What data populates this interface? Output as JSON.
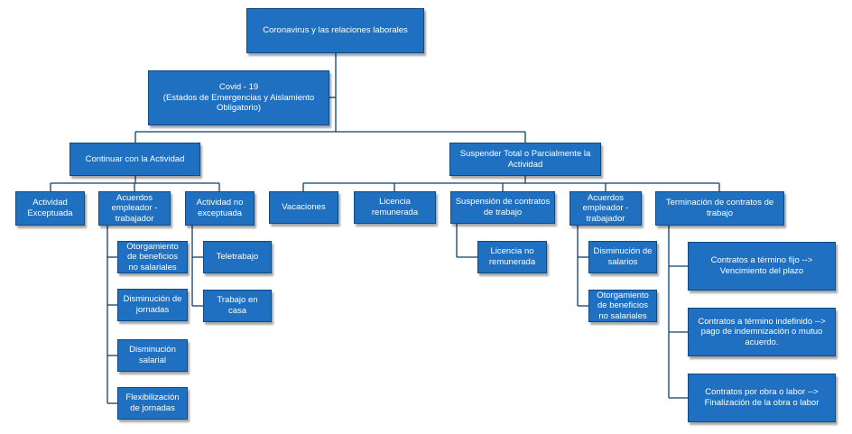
{
  "colors": {
    "node_fill": "#1f70c1",
    "node_border": "#0f4a86",
    "text": "#ffffff",
    "connector": "#0e3f6e"
  },
  "nodes": {
    "root": "Coronavirus y las relaciones laborales",
    "covid": "Covid - 19\n(Estados de Emergencias y Aislamiento Obligatorio)",
    "continuar": "Continuar con la Actividad",
    "suspender": "Suspender Total o Parcialmente la Actividad",
    "actividad_exceptuada": "Actividad Exceptuada",
    "acuerdos_1": "Acuerdos empleador - trabajador",
    "actividad_no_exceptuada": "Actividad no exceptuada",
    "otorgamiento_1": "Otorgamiento de beneficios no salariales",
    "disminucion_jornadas": "Disminución de jornadas",
    "disminucion_salarial": "Disminución salarial",
    "flexibilizacion": "Flexibilización de jornadas",
    "teletrabajo": "Teletrabajo",
    "trabajo_casa": "Trabajo en casa",
    "vacaciones": "Vacaciones",
    "licencia_remunerada": "Licencia remunerada",
    "suspension_contratos": "Suspensión de contratos de trabajo",
    "licencia_no_remunerada": "Licencia no remunerada",
    "acuerdos_2": "Acuerdos empleador - trabajador",
    "disminucion_salarios": "Disminución de salarios",
    "otorgamiento_2": "Otorgamiento de beneficios no salariales",
    "terminacion": "Terminación de contratos de trabajo",
    "termino_fijo": "Contratos a término fijo --> Vencimiento del plazo",
    "termino_indefinido": "Contratos a término indefinido --> pago de indemnización o mutuo acuerdo.",
    "obra_labor": "Contratos por obra o labor --> Finalización de la obra o labor"
  }
}
